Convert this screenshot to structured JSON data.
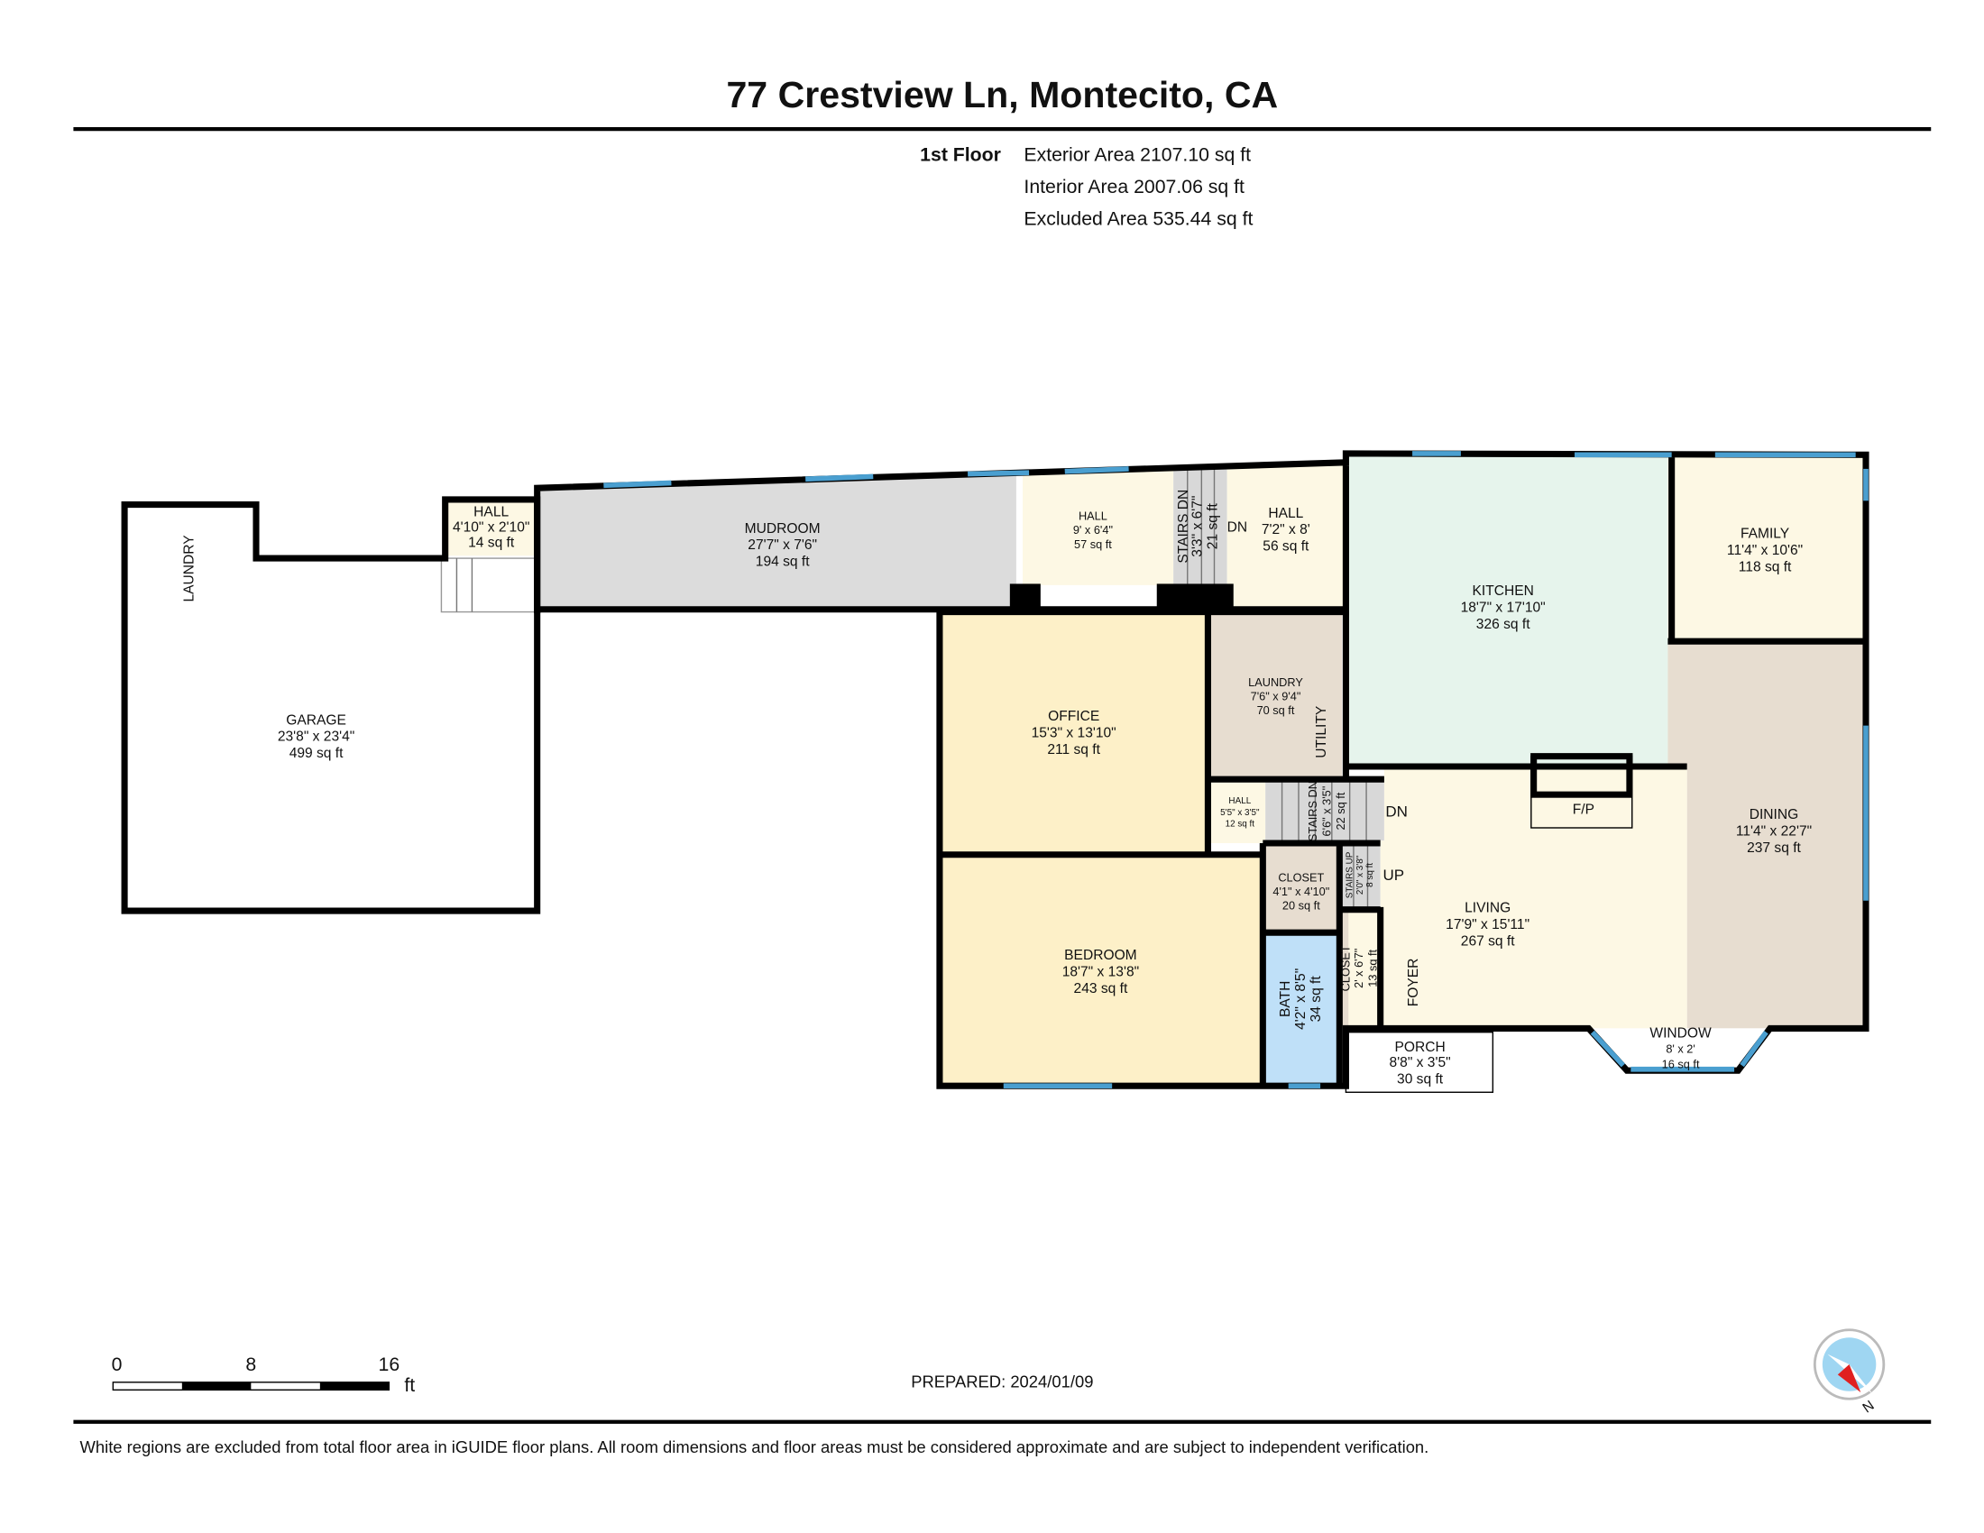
{
  "header": {
    "title": "77 Crestview Ln, Montecito, CA"
  },
  "areas": {
    "floor_label": "1st Floor",
    "exterior": "Exterior Area 2107.10 sq ft",
    "interior": "Interior Area 2007.06 sq ft",
    "excluded": "Excluded Area 535.44 sq ft"
  },
  "colors": {
    "living": "#fdf8e4",
    "office": "#fdf0c8",
    "utility": "#e7ddd0",
    "kitchen": "#e6f4ec",
    "mudroom": "#dcdcdc",
    "bath": "#bfe0f8",
    "window": "#4a9fd0"
  },
  "rooms": {
    "garage": {
      "name": "GARAGE",
      "dims": "23'8\" x 23'4\"",
      "area": "499 sq ft"
    },
    "garage_laundry": {
      "name": "LAUNDRY"
    },
    "hall_west": {
      "name": "HALL",
      "dims": "4'10\" x 2'10\"",
      "area": "14 sq ft"
    },
    "mudroom": {
      "name": "MUDROOM",
      "dims": "27'7\" x 7'6\"",
      "area": "194 sq ft"
    },
    "hall_north": {
      "name": "HALL",
      "dims": "9' x 6'4\"",
      "area": "57 sq ft"
    },
    "stairs_north": {
      "name": "STAIRS DN",
      "dims": "3'3\" x 6'7\"",
      "area": "21 sq ft",
      "dir": "DN"
    },
    "hall_east": {
      "name": "HALL",
      "dims": "7'2\" x 8'",
      "area": "56 sq ft"
    },
    "kitchen": {
      "name": "KITCHEN",
      "dims": "18'7\" x 17'10\"",
      "area": "326 sq ft"
    },
    "family": {
      "name": "FAMILY",
      "dims": "11'4\" x 10'6\"",
      "area": "118 sq ft"
    },
    "office": {
      "name": "OFFICE",
      "dims": "15'3\" x 13'10\"",
      "area": "211 sq ft"
    },
    "laundry": {
      "name": "LAUNDRY",
      "dims": "7'6\" x 9'4\"",
      "area": "70 sq ft"
    },
    "utility": {
      "name": "UTILITY"
    },
    "hall_small": {
      "name": "HALL",
      "dims": "5'5\" x 3'5\"",
      "area": "12 sq ft"
    },
    "stairs_dn": {
      "name": "STAIRS DN",
      "dims": "6'6\" x 3'5\"",
      "area": "22 sq ft",
      "dir": "DN"
    },
    "stairs_up": {
      "name": "STAIRS UP",
      "dims": "2'0\" x 3'8\"",
      "area": "8 sq ft",
      "dir": "UP"
    },
    "closet_a": {
      "name": "CLOSET",
      "dims": "4'1\" x 4'10\"",
      "area": "20 sq ft"
    },
    "closet_b": {
      "name": "CLOSET",
      "dims": "2' x 6'7\"",
      "area": "13 sq ft"
    },
    "bath": {
      "name": "BATH",
      "dims": "4'2\" x 8'5\"",
      "area": "34 sq ft"
    },
    "bedroom": {
      "name": "BEDROOM",
      "dims": "18'7\" x 13'8\"",
      "area": "243 sq ft"
    },
    "foyer": {
      "name": "FOYER"
    },
    "living": {
      "name": "LIVING",
      "dims": "17'9\" x 15'11\"",
      "area": "267 sq ft"
    },
    "fireplace": {
      "name": "F/P"
    },
    "dining": {
      "name": "DINING",
      "dims": "11'4\" x 22'7\"",
      "area": "237 sq ft"
    },
    "porch": {
      "name": "PORCH",
      "dims": "8'8\" x 3'5\"",
      "area": "30 sq ft"
    },
    "window": {
      "name": "WINDOW",
      "dims": "8' x 2'",
      "area": "16 sq ft"
    }
  },
  "scale_bar": {
    "ticks": [
      "0",
      "8",
      "16"
    ],
    "unit": "ft"
  },
  "prepared": "PREPARED: 2024/01/09",
  "compass": {
    "label": "N",
    "icon": "compass-icon"
  },
  "footer": {
    "disclaimer": "White regions are excluded from total floor area in iGUIDE floor plans. All room dimensions and floor areas must be considered approximate and are subject to independent verification."
  }
}
